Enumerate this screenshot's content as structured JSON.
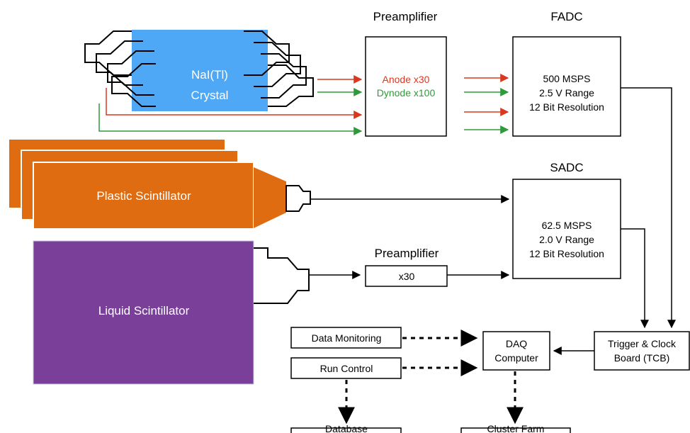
{
  "nai_crystal": {
    "line1": "NaI(Tl)",
    "line2": "Crystal",
    "color": "#4fa8f5"
  },
  "plastic_scintillator": {
    "label": "Plastic Scintillator",
    "color": "#e06c12"
  },
  "liquid_scintillator": {
    "label": "Liquid Scintillator",
    "color": "#7a3f98"
  },
  "preamplifier_top": {
    "title": "Preamplifier",
    "anode": "Anode x30",
    "dynode": "Dynode x100"
  },
  "fadc": {
    "title": "FADC",
    "line1": "500 MSPS",
    "line2": "2.5 V Range",
    "line3": "12 Bit Resolution"
  },
  "sadc": {
    "title": "SADC",
    "line1": "62.5 MSPS",
    "line2": "2.0 V Range",
    "line3": "12 Bit Resolution"
  },
  "preamplifier_bottom": {
    "title": "Preamplifier",
    "gain": "x30"
  },
  "tcb": {
    "line1": "Trigger & Clock",
    "line2": "Board (TCB)"
  },
  "daq": {
    "line1": "DAQ",
    "line2": "Computer"
  },
  "data_monitoring": "Data Monitoring",
  "run_control": "Run Control",
  "database": "Database",
  "cluster_farm": "Cluster Farm",
  "colors": {
    "anode": "#d9381e",
    "dynode": "#2e9a3a",
    "line": "#000000"
  }
}
